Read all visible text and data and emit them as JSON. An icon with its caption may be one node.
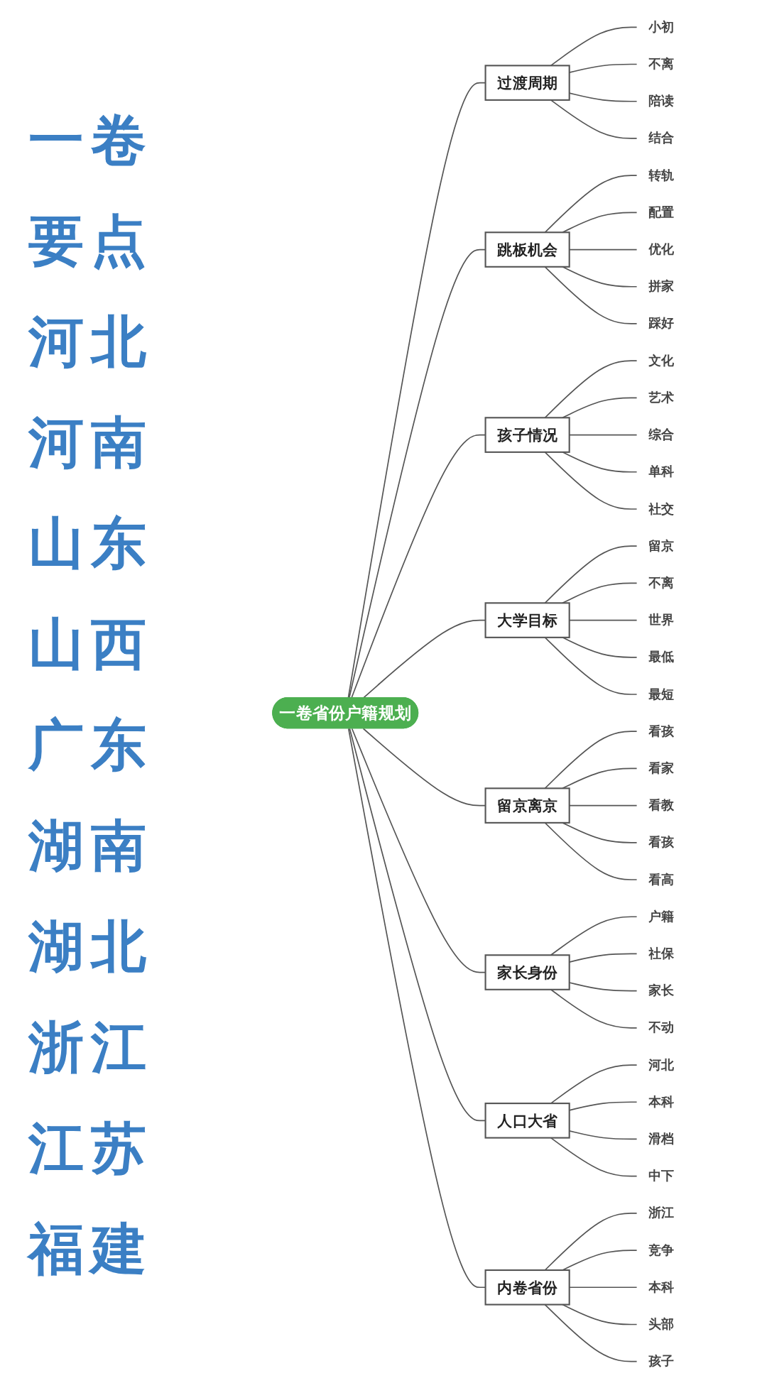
{
  "diagram": {
    "title": "一卷要点",
    "nodes": [
      {
        "text": [
          "一卷省份户籍规划"
        ]
      },
      {
        "text": [
          "过渡周期"
        ]
      },
      {
        "text": [
          "小初"
        ]
      },
      {
        "text": [
          "不离"
        ]
      },
      {
        "text": [
          "陪读"
        ]
      },
      {
        "text": [
          "结合"
        ]
      },
      {
        "text": [
          "跳板机会"
        ]
      },
      {
        "text": [
          "转轨"
        ]
      },
      {
        "text": [
          "配置"
        ]
      },
      {
        "text": [
          "优化"
        ]
      },
      {
        "text": [
          "拼家"
        ]
      },
      {
        "text": [
          "踩好"
        ]
      },
      {
        "text": [
          "孩子情况"
        ]
      },
      {
        "text": [
          "文化"
        ]
      },
      {
        "text": [
          "艺术"
        ]
      },
      {
        "text": [
          "综合"
        ]
      },
      {
        "text": [
          "单科"
        ]
      },
      {
        "text": [
          "社交"
        ]
      },
      {
        "text": [
          "大学目标"
        ]
      },
      {
        "text": [
          "留京"
        ]
      },
      {
        "text": [
          "不离"
        ]
      },
      {
        "text": [
          "世界"
        ]
      },
      {
        "text": [
          "最低"
        ]
      },
      {
        "text": [
          "最短"
        ]
      },
      {
        "text": [
          "留京离京"
        ]
      },
      {
        "text": [
          "看孩"
        ]
      },
      {
        "text": [
          "看家"
        ]
      },
      {
        "text": [
          "看教"
        ]
      },
      {
        "text": [
          "看孩"
        ]
      },
      {
        "text": [
          "看高"
        ]
      },
      {
        "text": [
          "家长身份"
        ]
      },
      {
        "text": [
          "户籍"
        ]
      },
      {
        "text": [
          "社保"
        ]
      },
      {
        "text": [
          "家长"
        ]
      },
      {
        "text": [
          "不动"
        ]
      },
      {
        "text": [
          "人口大省"
        ]
      },
      {
        "text": [
          "河北"
        ]
      },
      {
        "text": [
          "本科"
        ]
      },
      {
        "text": [
          "滑档"
        ]
      },
      {
        "text": [
          "中下"
        ]
      },
      {
        "text": [
          "内卷省份"
        ]
      },
      {
        "text": [
          "浙江"
        ]
      },
      {
        "text": [
          "竞争"
        ]
      },
      {
        "text": [
          "本科"
        ]
      },
      {
        "text": [
          "头部"
        ]
      },
      {
        "text": [
          "孩子"
        ]
      }
    ],
    "edges": [
      {
        "from": 0,
        "to": 1,
        "arrow": "none"
      },
      {
        "from": 1,
        "to": 2,
        "arrow": "none"
      },
      {
        "from": 1,
        "to": 3,
        "arrow": "none"
      },
      {
        "from": 1,
        "to": 4,
        "arrow": "none"
      },
      {
        "from": 1,
        "to": 5,
        "arrow": "none"
      },
      {
        "from": 0,
        "to": 6,
        "arrow": "none"
      },
      {
        "from": 6,
        "to": 7,
        "arrow": "none"
      },
      {
        "from": 6,
        "to": 8,
        "arrow": "none"
      },
      {
        "from": 6,
        "to": 9,
        "arrow": "none"
      },
      {
        "from": 6,
        "to": 10,
        "arrow": "none"
      },
      {
        "from": 6,
        "to": 11,
        "arrow": "none"
      },
      {
        "from": 0,
        "to": 12,
        "arrow": "none"
      },
      {
        "from": 12,
        "to": 13,
        "arrow": "none"
      },
      {
        "from": 12,
        "to": 14,
        "arrow": "none"
      },
      {
        "from": 12,
        "to": 15,
        "arrow": "none"
      },
      {
        "from": 12,
        "to": 16,
        "arrow": "none"
      },
      {
        "from": 12,
        "to": 17,
        "arrow": "none"
      },
      {
        "from": 0,
        "to": 18,
        "arrow": "none"
      },
      {
        "from": 18,
        "to": 19,
        "arrow": "none"
      },
      {
        "from": 18,
        "to": 20,
        "arrow": "none"
      },
      {
        "from": 18,
        "to": 21,
        "arrow": "none"
      },
      {
        "from": 18,
        "to": 22,
        "arrow": "none"
      },
      {
        "from": 18,
        "to": 23,
        "arrow": "none"
      },
      {
        "from": 0,
        "to": 24,
        "arrow": "none"
      },
      {
        "from": 24,
        "to": 25,
        "arrow": "none"
      },
      {
        "from": 24,
        "to": 26,
        "arrow": "none"
      },
      {
        "from": 24,
        "to": 27,
        "arrow": "none"
      },
      {
        "from": 24,
        "to": 28,
        "arrow": "none"
      },
      {
        "from": 24,
        "to": 29,
        "arrow": "none"
      },
      {
        "from": 0,
        "to": 30,
        "arrow": "none"
      },
      {
        "from": 30,
        "to": 31,
        "arrow": "none"
      },
      {
        "from": 30,
        "to": 32,
        "arrow": "none"
      },
      {
        "from": 30,
        "to": 33,
        "arrow": "none"
      },
      {
        "from": 30,
        "to": 34,
        "arrow": "none"
      },
      {
        "from": 0,
        "to": 35,
        "arrow": "none"
      },
      {
        "from": 35,
        "to": 36,
        "arrow": "none"
      },
      {
        "from": 35,
        "to": 37,
        "arrow": "none"
      },
      {
        "from": 35,
        "to": 38,
        "arrow": "none"
      },
      {
        "from": 35,
        "to": 39,
        "arrow": "none"
      },
      {
        "from": 0,
        "to": 40,
        "arrow": "none"
      },
      {
        "from": 40,
        "to": 41,
        "arrow": "none"
      },
      {
        "from": 40,
        "to": 42,
        "arrow": "none"
      },
      {
        "from": 40,
        "to": 43,
        "arrow": "none"
      },
      {
        "from": 40,
        "to": 44,
        "arrow": "none"
      },
      {
        "from": 40,
        "to": 45,
        "arrow": "none"
      }
    ],
    "labels": [
      "河北",
      "河南",
      "山东",
      "山西",
      "广东",
      "湖南",
      "湖北",
      "浙江",
      "江苏",
      "福建"
    ]
  }
}
